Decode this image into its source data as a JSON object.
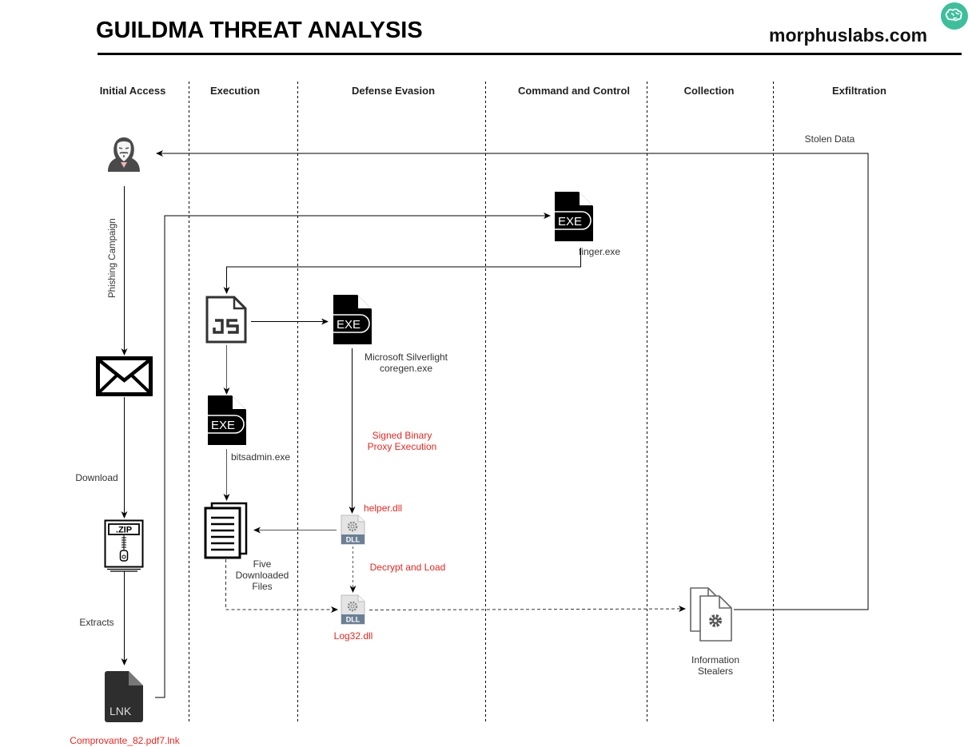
{
  "header": {
    "title": "GUILDMA THREAT ANALYSIS",
    "site": "morphuslabs.com",
    "logo_icon": "brain-icon",
    "logo_color": "#3dbf9c"
  },
  "columns": [
    {
      "label": "Initial Access"
    },
    {
      "label": "Execution"
    },
    {
      "label": "Defense Evasion"
    },
    {
      "label": "Command and Control"
    },
    {
      "label": "Collection"
    },
    {
      "label": "Exfiltration"
    }
  ],
  "nodes": {
    "attacker": {
      "icon": "hacker-icon",
      "label": ""
    },
    "email": {
      "icon": "envelope-icon",
      "label": ""
    },
    "zip": {
      "icon": "zip-file-icon",
      "badge": ".ZIP"
    },
    "lnk": {
      "icon": "lnk-file-icon",
      "badge": "LNK",
      "label": "Comprovante_82.pdf7.lnk"
    },
    "finger": {
      "icon": "exe-file-icon",
      "badge": "EXE",
      "label": "finger.exe"
    },
    "js": {
      "icon": "js-file-icon",
      "badge": "JS"
    },
    "coregen": {
      "icon": "exe-file-icon",
      "badge": "EXE",
      "label_line1": "Microsoft Silverlight",
      "label_line2": "coregen.exe"
    },
    "bitsadmin": {
      "icon": "exe-file-icon",
      "badge": "EXE",
      "label": "bitsadmin.exe"
    },
    "files": {
      "icon": "documents-icon",
      "label_line1": "Five",
      "label_line2": "Downloaded",
      "label_line3": "Files"
    },
    "helper": {
      "icon": "dll-file-icon",
      "badge": "DLL",
      "label": "helper.dll"
    },
    "log32": {
      "icon": "dll-file-icon",
      "badge": "DLL",
      "label": "Log32.dll"
    },
    "stealers": {
      "icon": "gear-documents-icon",
      "label_line1": "Information",
      "label_line2": "Stealers"
    }
  },
  "edge_labels": {
    "phishing": "Phishing Campaign",
    "download": "Download",
    "extracts": "Extracts",
    "stolen": "Stolen Data",
    "sbpe_line1": "Signed Binary",
    "sbpe_line2": "Proxy Execution",
    "decrypt": "Decrypt and Load"
  },
  "colors": {
    "highlight_text": "#e8251f",
    "line": "#000000"
  }
}
